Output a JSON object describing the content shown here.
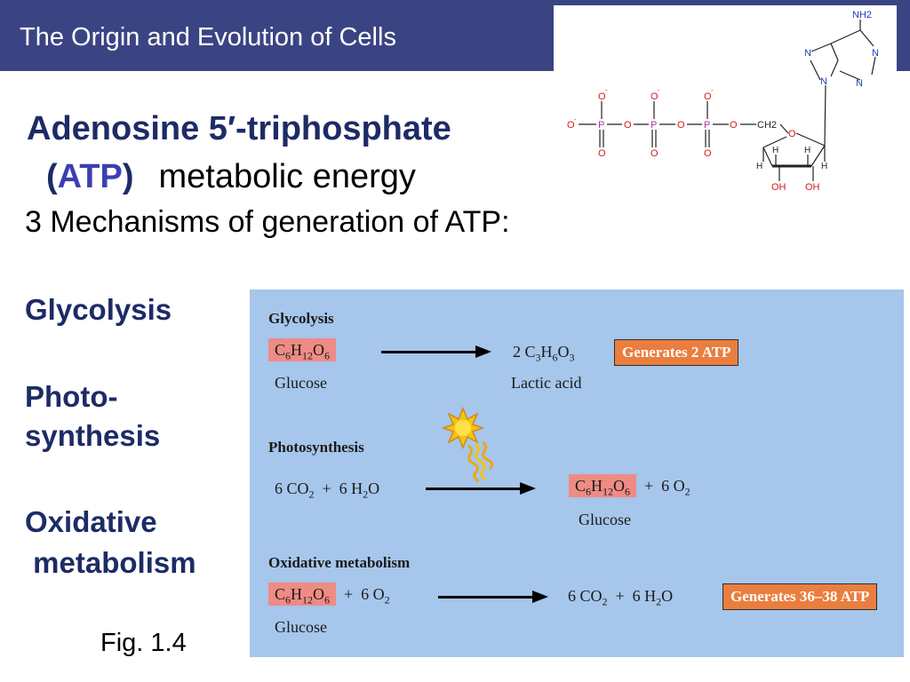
{
  "header": {
    "title": "The Origin and Evolution of Cells"
  },
  "heading": {
    "line1": "Adenosine 5′-triphosphate",
    "open_paren": "(",
    "abbr": "ATP",
    "close_paren": ")",
    "subtitle": "metabolic energy"
  },
  "mechanisms_text": "3 Mechanisms of generation of ATP:",
  "side_labels": {
    "glycolysis": "Glycolysis",
    "photo_1": "Photo-",
    "photo_2": "synthesis",
    "oxidative_1": "Oxidative",
    "oxidative_2": " metabolism"
  },
  "fig_label": "Fig. 1.4",
  "figure": {
    "glycolysis": {
      "title": "Glycolysis",
      "substrate_caption": "Glucose",
      "product_caption": "Lactic acid",
      "result": "Generates 2 ATP"
    },
    "photosynthesis": {
      "title": "Photosynthesis",
      "product_caption": "Glucose"
    },
    "oxidative": {
      "title": "Oxidative metabolism",
      "substrate_caption": "Glucose",
      "result": "Generates 36–38 ATP"
    }
  },
  "structure_labels": {
    "o_minus": "O",
    "minus": "-",
    "p": "P",
    "o": "O",
    "ch2": "CH2",
    "h": "H",
    "oh": "OH",
    "n": "N",
    "nh2": "NH2"
  },
  "colors": {
    "title_bar": "#3b4483",
    "heading_navy": "#1d2b66",
    "atp_blue": "#3b3fb0",
    "figure_bg": "#a6c6eb",
    "highlight": "#ee8b84",
    "atp_box": "#ea7e3f",
    "phosphorus": "#b0309a",
    "oxygen": "#d11a1a",
    "nitrogen": "#1f3fb5"
  },
  "icons": {
    "sun": "sun-icon"
  }
}
